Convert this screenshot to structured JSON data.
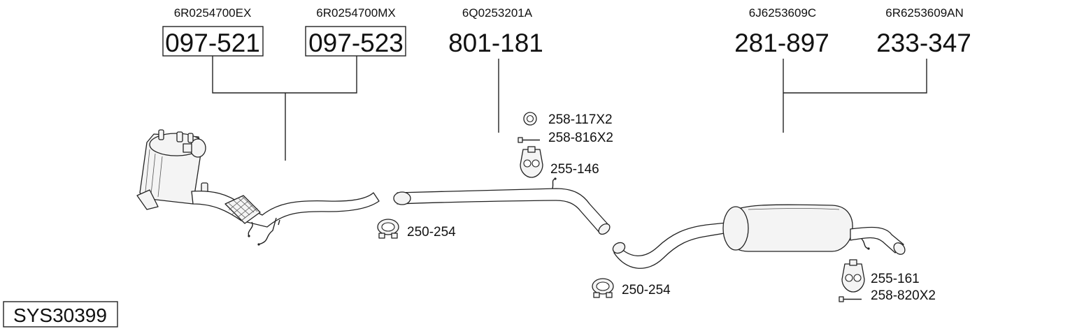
{
  "system_id": "SYS30399",
  "parts": [
    {
      "oem": "6R0254700EX",
      "part_number": "097-521",
      "boxed": true
    },
    {
      "oem": "6R0254700MX",
      "part_number": "097-523",
      "boxed": true
    },
    {
      "oem": "6Q0253201A",
      "part_number": "801-181",
      "boxed": false
    },
    {
      "oem": "6J6253609C",
      "part_number": "281-897",
      "boxed": false
    },
    {
      "oem": "6R6253609AN",
      "part_number": "233-347",
      "boxed": false
    }
  ],
  "accessories": {
    "clamp_front": "250-254",
    "ring_gasket": "258-117X2",
    "bolt_middle": "258-816X2",
    "hanger_middle": "255-146",
    "clamp_rear": "250-254",
    "hanger_rear": "255-161",
    "bolt_rear": "258-820X2"
  },
  "colors": {
    "line": "#222222",
    "background": "#ffffff"
  }
}
